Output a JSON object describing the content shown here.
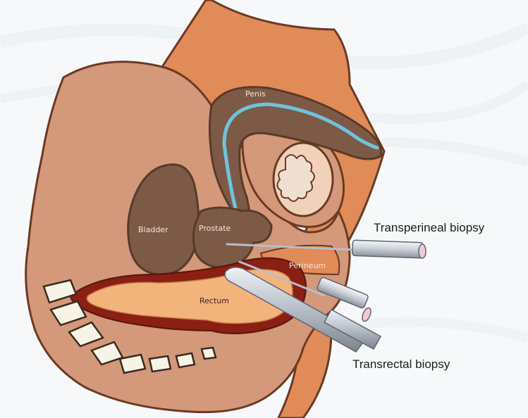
{
  "labels": {
    "penis": "Penis",
    "bladder": "Bladder",
    "prostate": "Prostate",
    "perineum": "Perineum",
    "rectum": "Rectum",
    "transperineal": "Transperineal biopsy",
    "transrectal": "Transrectal biopsy"
  },
  "colors": {
    "skin_light": "#d4987a",
    "skin_outline": "#6b3a24",
    "thigh_orange": "#e08b58",
    "organ_brown": "#7c5a46",
    "urethra_blue": "#6fc3dd",
    "rectum_red": "#8a1f14",
    "rectum_inner": "#f3b47c",
    "needle_silver": "#c9ced6",
    "needle_tip": "#f1c9d9"
  }
}
